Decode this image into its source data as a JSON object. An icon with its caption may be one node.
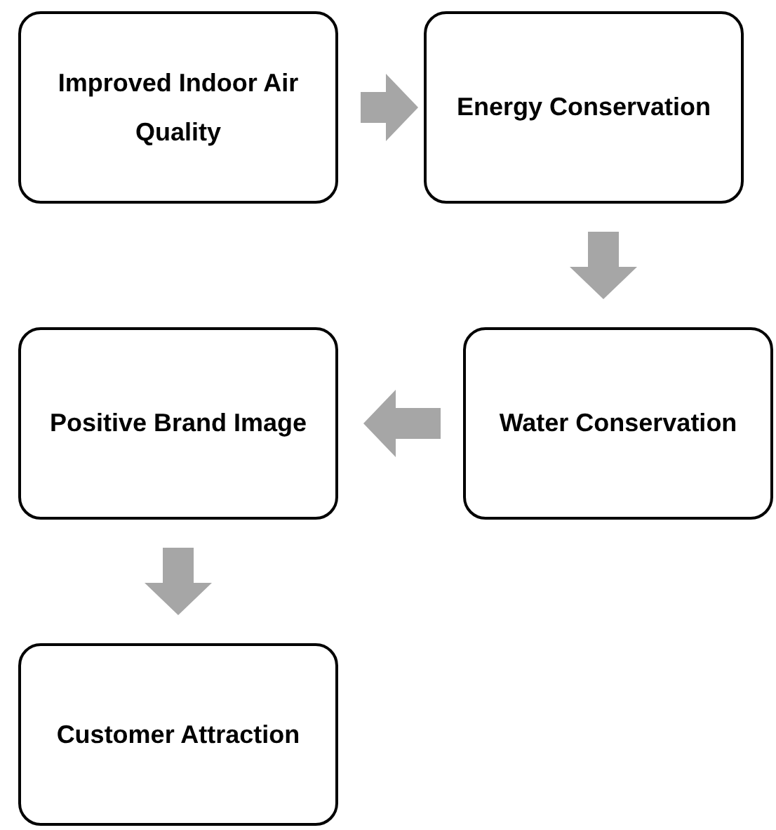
{
  "diagram": {
    "nodes": [
      {
        "text": [
          "Improved Indoor Air Quality"
        ]
      },
      {
        "text": [
          "Energy Conservation"
        ]
      },
      {
        "text": [
          "Water Conservation"
        ]
      },
      {
        "text": [
          "Positive Brand Image"
        ]
      },
      {
        "text": [
          "Customer Attraction"
        ]
      }
    ],
    "edges": [
      {
        "from": 0,
        "to": 1,
        "arrow": "to"
      },
      {
        "from": 1,
        "to": 2,
        "arrow": "to"
      },
      {
        "from": 2,
        "to": 3,
        "arrow": "to"
      },
      {
        "from": 3,
        "to": 4,
        "arrow": "to"
      }
    ]
  }
}
